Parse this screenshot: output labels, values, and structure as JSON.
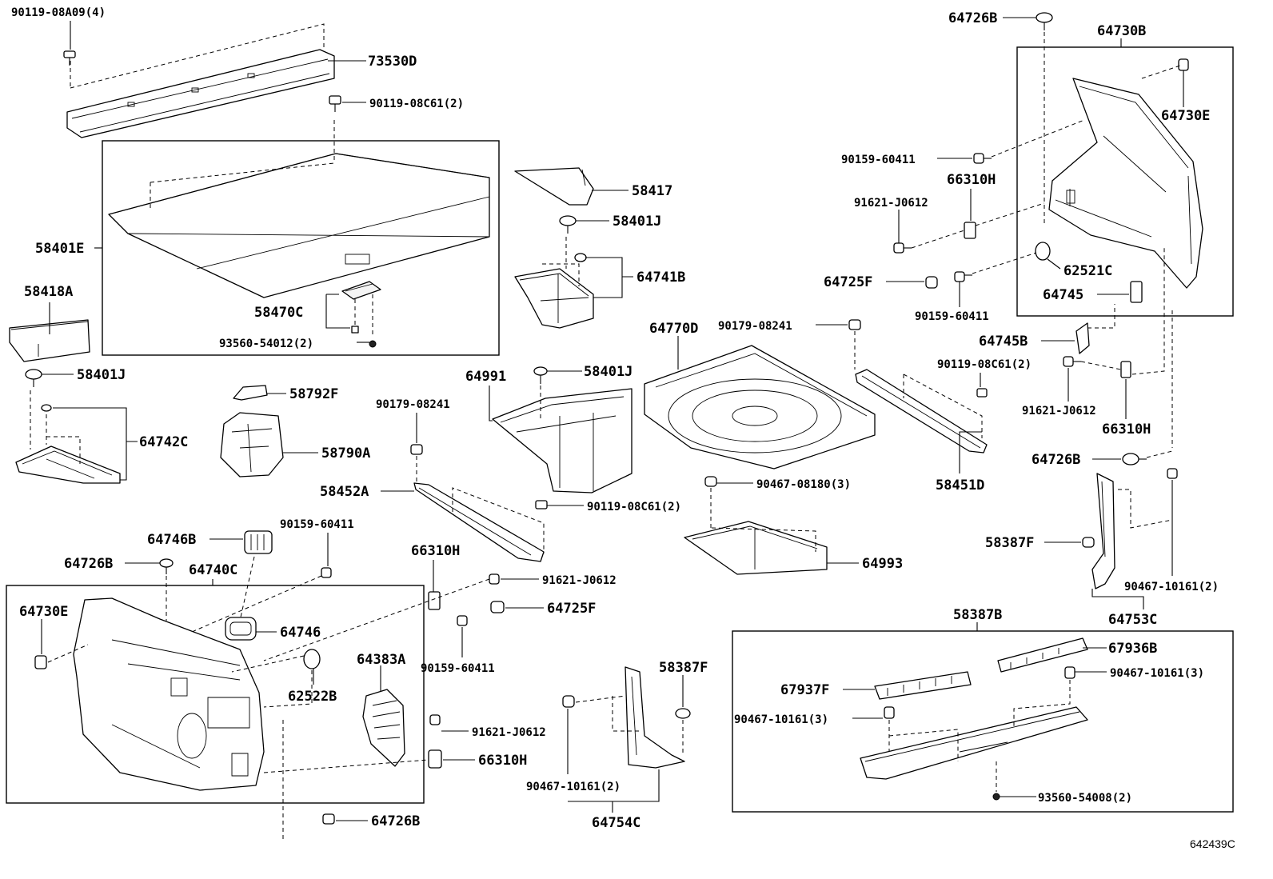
{
  "diagram": {
    "labels": {
      "l_90119_08A09": "90119-08A09(4)",
      "l_73530D": "73530D",
      "l_90119_08C61_a": "90119-08C61(2)",
      "l_58401E": "58401E",
      "l_58418A": "58418A",
      "l_58470C": "58470C",
      "l_93560_54012": "93560-54012(2)",
      "l_58401J_a": "58401J",
      "l_64742C": "64742C",
      "l_58792F": "58792F",
      "l_58790A": "58790A",
      "l_58417": "58417",
      "l_58401J_b": "58401J",
      "l_64741B": "64741B",
      "l_64991": "64991",
      "l_58401J_c": "58401J",
      "l_90179_08241_a": "90179-08241",
      "l_58452A": "58452A",
      "l_90119_08C61_b": "90119-08C61(2)",
      "l_64770D": "64770D",
      "l_90179_08241_b": "90179-08241",
      "l_90467_08180": "90467-08180(3)",
      "l_64993": "64993",
      "l_58451D": "58451D",
      "l_64726B_a": "64726B",
      "l_64730B": "64730B",
      "l_64730E_a": "64730E",
      "l_90159_60411_a": "90159-60411",
      "l_66310H_a": "66310H",
      "l_91621_J0612_a": "91621-J0612",
      "l_62521C": "62521C",
      "l_64725F_a": "64725F",
      "l_90159_60411_b": "90159-60411",
      "l_64745": "64745",
      "l_64745B": "64745B",
      "l_90119_08C61_c": "90119-08C61(2)",
      "l_91621_J0612_b": "91621-J0612",
      "l_66310H_b": "66310H",
      "l_64726B_b": "64726B",
      "l_58387F_a": "58387F",
      "l_90467_10161_a": "90467-10161(2)",
      "l_64753C": "64753C",
      "l_64746B": "64746B",
      "l_90159_60411_c": "90159-60411",
      "l_64726B_c": "64726B",
      "l_64740C": "64740C",
      "l_64730E_b": "64730E",
      "l_64746": "64746",
      "l_62522B": "62522B",
      "l_64383A": "64383A",
      "l_66310H_c": "66310H",
      "l_91621_J0612_c": "91621-J0612",
      "l_64725F_b": "64725F",
      "l_90159_60411_d": "90159-60411",
      "l_91621_J0612_d": "91621-J0612",
      "l_66310H_d": "66310H",
      "l_64726B_d": "64726B",
      "l_58387F_b": "58387F",
      "l_90467_10161_b": "90467-10161(2)",
      "l_64754C": "64754C",
      "l_58387B": "58387B",
      "l_67936B": "67936B",
      "l_90467_10161_c": "90467-10161(3)",
      "l_67937F": "67937F",
      "l_90467_10161_d": "90467-10161(3)",
      "l_93560_54008": "93560-54008(2)",
      "l_id": "642439C"
    }
  }
}
